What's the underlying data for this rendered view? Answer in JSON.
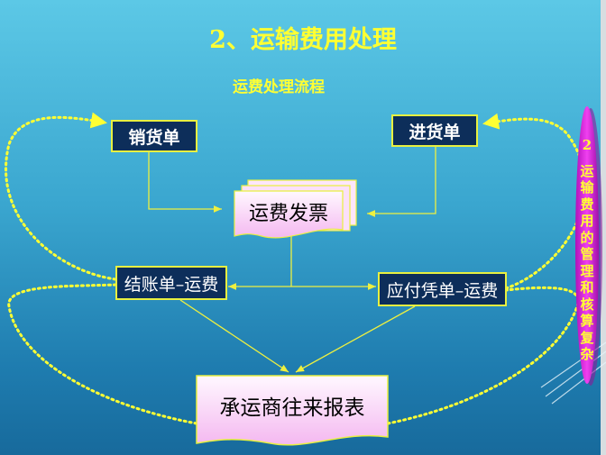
{
  "title": "2、运输费用处理",
  "subtitle": "运费处理流程",
  "nodes": {
    "sales_order": "销货单",
    "purchase_order": "进货单",
    "freight_invoice": "运费发票",
    "settlement": "结账单–运费",
    "payable_voucher": "应付凭单–运费",
    "carrier_report": "承运商往来报表"
  },
  "side_label": {
    "number": "2",
    "text": "运输费用的管理和核算复杂"
  },
  "colors": {
    "accent": "#ffff33",
    "box": "#0d2e5a",
    "oval": "#e020e0"
  }
}
